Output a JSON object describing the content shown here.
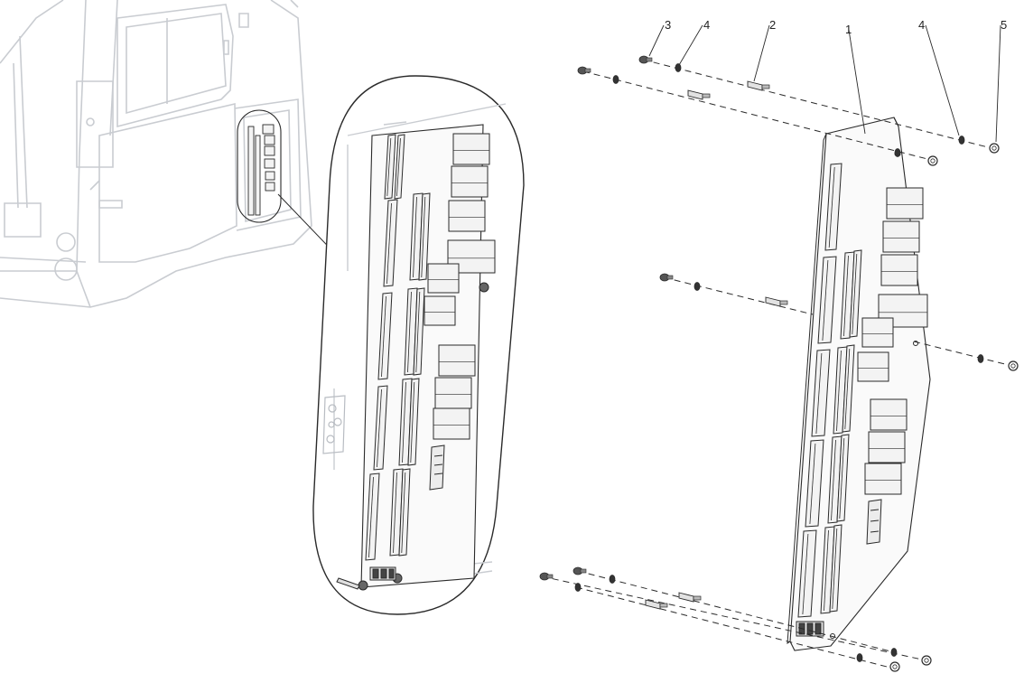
{
  "diagram": {
    "callouts": [
      {
        "id": "c3",
        "label": "3"
      },
      {
        "id": "c4a",
        "label": "4"
      },
      {
        "id": "c2",
        "label": "2"
      },
      {
        "id": "c1",
        "label": "1"
      },
      {
        "id": "c4b",
        "label": "4"
      },
      {
        "id": "c5",
        "label": "5"
      }
    ],
    "colors": {
      "line": "#2a2a2a",
      "ghost": "#c9ccd1",
      "part_fill": "#f3f3f3",
      "part_fill_dark": "#d8d8d8"
    }
  }
}
